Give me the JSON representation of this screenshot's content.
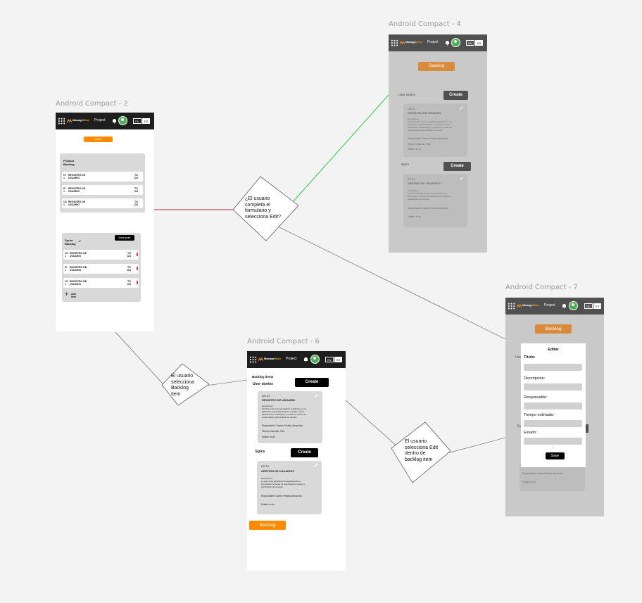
{
  "frames": {
    "f2": {
      "title": "Android Compact - 2"
    },
    "f4": {
      "title": "Android Compact - 4"
    },
    "f6": {
      "title": "Android Compact - 6"
    },
    "f7": {
      "title": "Android Compact - 7"
    }
  },
  "header": {
    "logo_prefix": "Manage",
    "logo_accent": "Wise",
    "project_label": "Project",
    "lang_en": "EN",
    "lang_es": "ES"
  },
  "screen2": {
    "items_button": "Items",
    "product_backlog_title": "Product\nBacklog",
    "product_rows": [
      {
        "id": "HI\n1",
        "title": "REGISTRO DE\nUSUARIO",
        "status": "TO\nDO"
      },
      {
        "id": "EI\n1",
        "title": "REGISTRO DE\nUSUARIO",
        "status": "TO\nDO"
      },
      {
        "id": "US\n1",
        "title": "REGISTRO DE\nUSUARIO",
        "status": "TO\nDO"
      }
    ],
    "sprint_backlog_title": "Sprint\nBacklog",
    "start_sprint": "Start sprint",
    "sprint_rows": [
      {
        "id": "US\n1",
        "title": "REGISTRO DE\nUSUARIO",
        "status": "TO\nDO"
      },
      {
        "id": "EI\n1",
        "title": "REGISTRO DE\nUSUARIO",
        "status": "TO\nDO"
      },
      {
        "id": "US\n1",
        "title": "REGISTRO DE\nUSUARIO",
        "status": "TO\nDO"
      }
    ],
    "add_item": "Add\nItem",
    "plus": "+"
  },
  "screen4": {
    "backlog_button": "Backlog",
    "user_stories_label": "User stories",
    "create": "Create",
    "us_card": {
      "id": "US-01",
      "title": "REGISTRO DE USUARIO",
      "description": "Descripcion:\nPermitir a los nuevos usuarios registrarse en la\naplicación proporcionando su nombre, correo\nelectrónico y contraseña, y enviar un correo de\nconfirmación para verificar su cuenta.",
      "responsable": "Responsable: Gomez Peralta, Alexandra",
      "tiempo": "Tiempo estimado: 5hrs",
      "estado": "Estado: to-do"
    },
    "epics_label": "Epics",
    "ep_card": {
      "id": "EP-01",
      "title": "GESTIÓN DE USUARIOS",
      "description": "Descripcion:\nLa epic debe garantizar la seguridad de la\ninformación a través de autenticación segura y\nverificación de cuentas.",
      "responsable": "Responsable: Gomez Peralta, Alexandra",
      "estado": "Estado: to-do"
    }
  },
  "screen6": {
    "backlog_items_label": "Backlog items",
    "user_stories_label": "User stories",
    "create": "Create",
    "us_card": {
      "id": "US-01",
      "title": "REGISTRO DE USUARIO",
      "description": "Descripcion:\nPermitir a los nuevos usuarios registrarse en la\naplicación proporcionando su nombre, correo\nelectrónico y contraseña, y enviar un correo de\nconfirmación para verificar su cuenta.",
      "responsable": "Responsable: Gomez Peralta, Alexandra",
      "tiempo": "Tiempo estimado: 5hrs",
      "estado": "Estado: to-do"
    },
    "epics_label": "Epics",
    "ep_card": {
      "id": "EP-01",
      "title": "GESTIÓN DE USUARIOS",
      "description": "Descripcion:\nLa epic debe garantizar la seguridad de la\ninformación a través de autenticación segura y\nverificación de cuentas.",
      "responsable": "Responsable: Gomez Peralta, Alexandra",
      "estado": "Estado: to-do"
    },
    "backlog_button": "Backlog"
  },
  "screen7": {
    "backlog_button": "Backlog",
    "behind_us": "Use",
    "behind_ep": "Ep",
    "behind_resp": "Responsable: Gomez Peralta, Alexandra",
    "behind_estado": "Estado: to-do",
    "dialog": {
      "title": "Editar",
      "titulo": "Titulo:",
      "descripcion": "Descripcion:",
      "responsable": "Responsable:",
      "tiempo": "Tiempo estimado:",
      "estado": "Estado:",
      "dot": ".",
      "save": "Save"
    }
  },
  "decisions": {
    "d1": "¿El usuario\ncompleta el\nformulario y\nselecciona Edit?",
    "d2": "El usuario\nselecciona\nBacklog\nItem",
    "d3": "El usuario\nselecciona Edit\ndentro de\nbacklog item"
  },
  "colors": {
    "accent_orange": "#ff8a00",
    "connector_red": "#c62828",
    "connector_green": "#2ecc40",
    "topbar_dark": "#1e1e1e"
  }
}
